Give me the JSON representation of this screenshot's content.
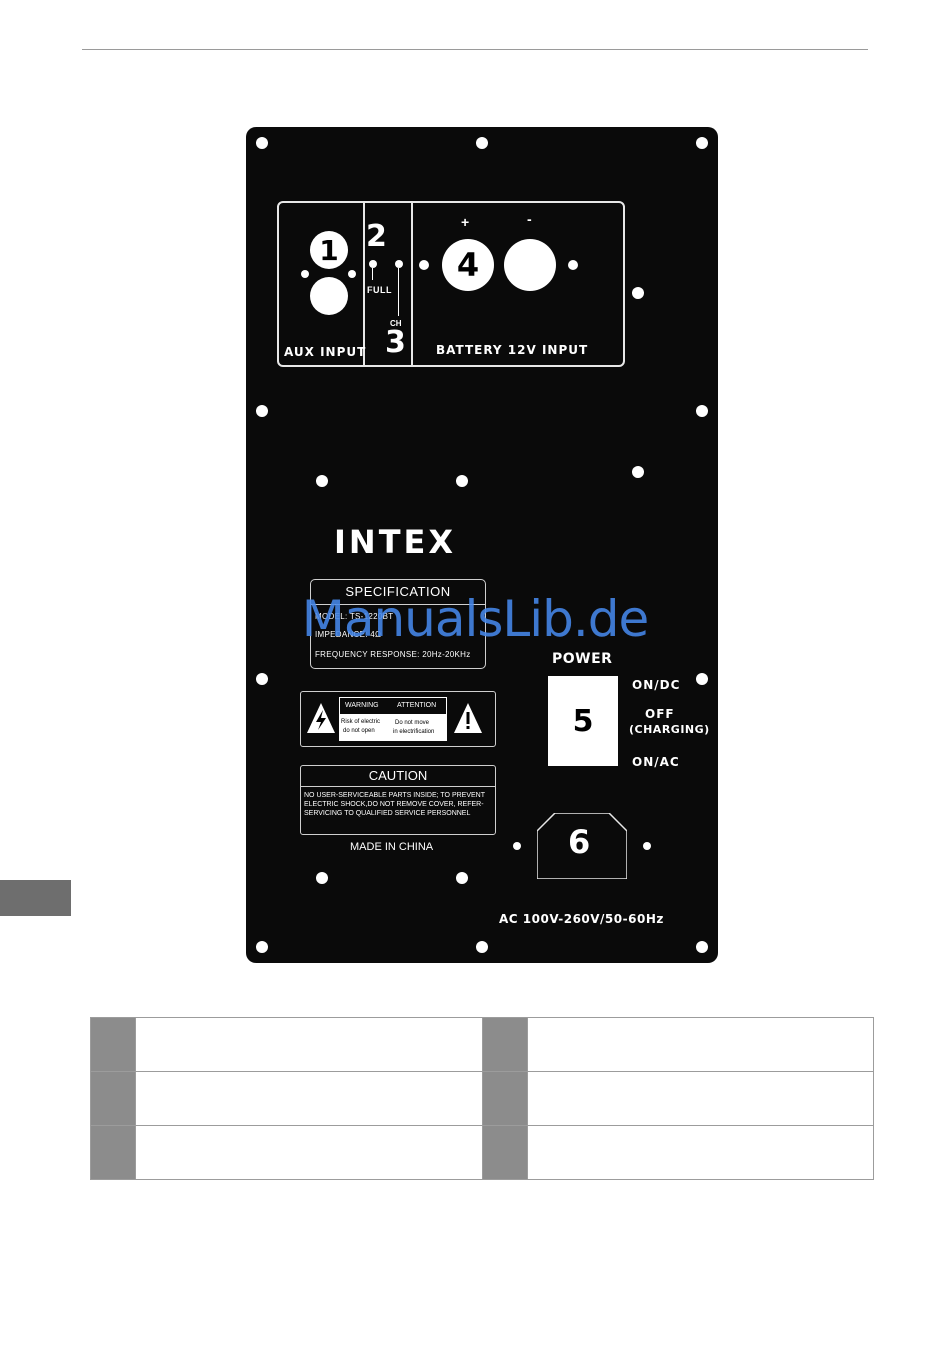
{
  "panel": {
    "aux_number": "1",
    "mode_top_number": "2",
    "mode_bottom_number": "3",
    "battery_number": "4",
    "power_number": "5",
    "ac_number": "6",
    "aux_label": "AUX INPUT",
    "full_label": "FULL",
    "ch_label": "CH",
    "battery_label": "BATTERY 12V INPUT",
    "plus": "+",
    "minus": "-",
    "brand": "INTEX",
    "spec_title": "SPECIFICATION",
    "spec_model": "MODEL: TS-1220BT",
    "spec_impedance": "IMPEDANCE: 4Ω",
    "spec_freq": "FREQUENCY RESPONSE: 20Hz-20KHz",
    "warning": "WARNING",
    "attention": "ATTENTION",
    "risk_1": "Risk of electric",
    "risk_2": "do not open",
    "nomove_1": "Do not move",
    "nomove_2": "in electrification",
    "caution_title": "CAUTION",
    "caution_1": "NO USER-SERVICEABLE PARTS INSIDE; TO PREVENT",
    "caution_2": "ELECTRIC SHOCK,DO NOT REMOVE COVER, REFER-",
    "caution_3": "SERVICING TO QUALIFIED SERVICE PERSONNEL",
    "made_in": "MADE IN CHINA",
    "power_label": "POWER",
    "on_dc": "ON/DC",
    "off": "OFF",
    "charging": "(CHARGING)",
    "on_ac": "ON/AC",
    "ac_rating": "AC 100V-260V/50-60Hz"
  },
  "watermark": "ManualsLib.de"
}
